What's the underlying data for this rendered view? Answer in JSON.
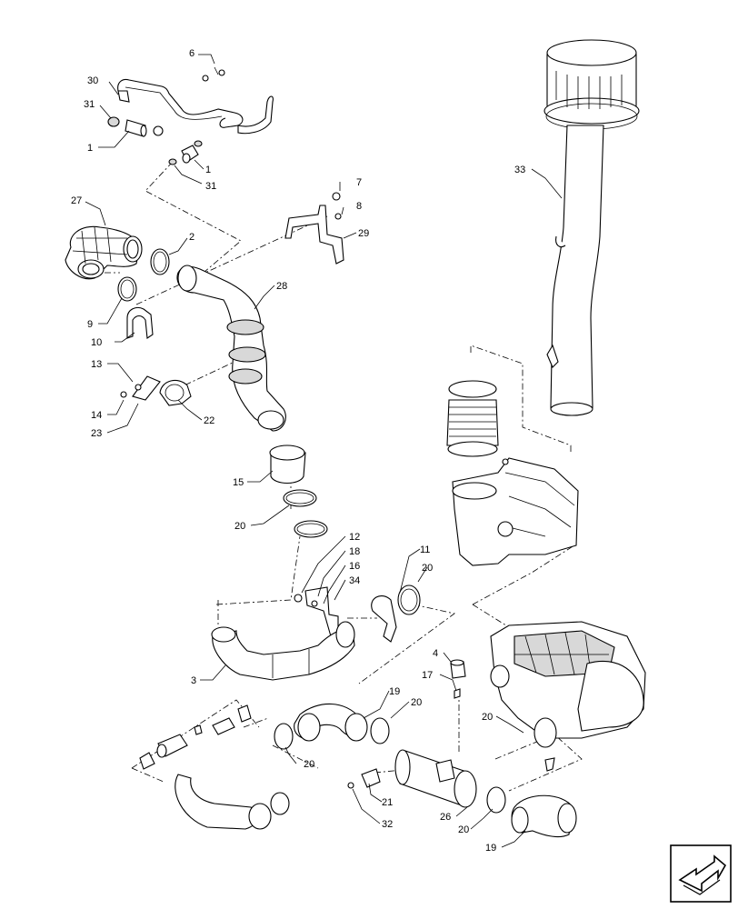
{
  "callouts": [
    {
      "id": "c30",
      "text": "30"
    },
    {
      "id": "c31a",
      "text": "31"
    },
    {
      "id": "c1a",
      "text": "1"
    },
    {
      "id": "c6",
      "text": "6"
    },
    {
      "id": "c1b",
      "text": "1"
    },
    {
      "id": "c31b",
      "text": "31"
    },
    {
      "id": "c27",
      "text": "27"
    },
    {
      "id": "c2",
      "text": "2"
    },
    {
      "id": "c7",
      "text": "7"
    },
    {
      "id": "c8",
      "text": "8"
    },
    {
      "id": "c29",
      "text": "29"
    },
    {
      "id": "c9",
      "text": "9"
    },
    {
      "id": "c10",
      "text": "10"
    },
    {
      "id": "c28",
      "text": "28"
    },
    {
      "id": "c33",
      "text": "33"
    },
    {
      "id": "c13",
      "text": "13"
    },
    {
      "id": "c14",
      "text": "14"
    },
    {
      "id": "c23",
      "text": "23"
    },
    {
      "id": "c22",
      "text": "22"
    },
    {
      "id": "c15",
      "text": "15"
    },
    {
      "id": "c20a",
      "text": "20"
    },
    {
      "id": "c12",
      "text": "12"
    },
    {
      "id": "c18",
      "text": "18"
    },
    {
      "id": "c16",
      "text": "16"
    },
    {
      "id": "c34",
      "text": "34"
    },
    {
      "id": "c11",
      "text": "11"
    },
    {
      "id": "c20b",
      "text": "20"
    },
    {
      "id": "c3",
      "text": "3"
    },
    {
      "id": "c4",
      "text": "4"
    },
    {
      "id": "c17",
      "text": "17"
    },
    {
      "id": "c19a",
      "text": "19"
    },
    {
      "id": "c20c",
      "text": "20"
    },
    {
      "id": "c20d",
      "text": "20"
    },
    {
      "id": "c20e",
      "text": "20"
    },
    {
      "id": "c21",
      "text": "21"
    },
    {
      "id": "c32",
      "text": "32"
    },
    {
      "id": "c26",
      "text": "26"
    },
    {
      "id": "c20f",
      "text": "20"
    },
    {
      "id": "c19b",
      "text": "19"
    }
  ],
  "icons": {
    "navigation": "next-page-arrow-icon"
  },
  "colors": {
    "line": "#000000",
    "background": "#ffffff",
    "shading": "#d8d8d8"
  }
}
